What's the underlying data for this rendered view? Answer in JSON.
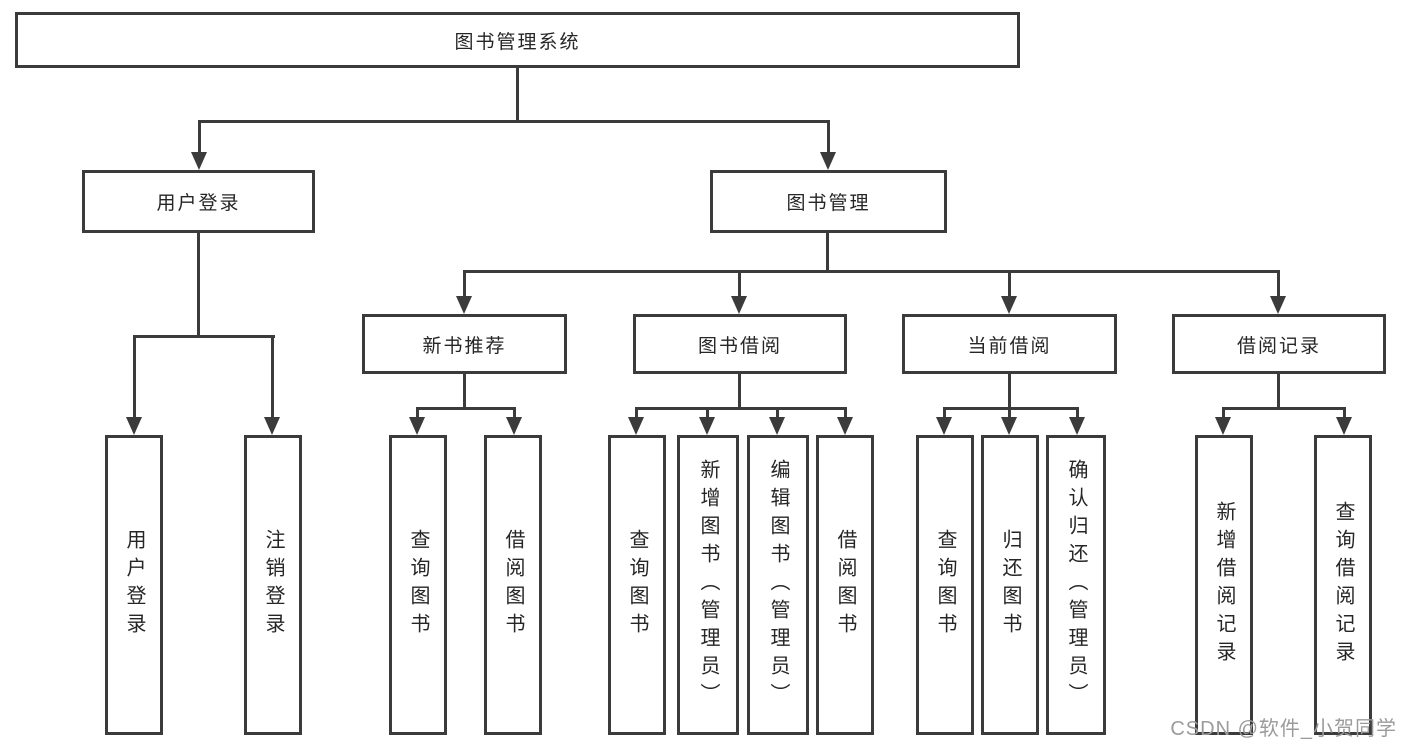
{
  "root": {
    "label": "图书管理系统"
  },
  "branches": [
    {
      "label": "用户登录",
      "leaves": [
        {
          "label": "用户登录"
        },
        {
          "label": "注销登录"
        }
      ]
    },
    {
      "label": "图书管理",
      "modules": [
        {
          "label": "新书推荐",
          "leaves": [
            {
              "label": "查询图书"
            },
            {
              "label": "借阅图书"
            }
          ]
        },
        {
          "label": "图书借阅",
          "leaves": [
            {
              "label": "查询图书"
            },
            {
              "label": "新增图书（管理员）"
            },
            {
              "label": "编辑图书（管理员）"
            },
            {
              "label": "借阅图书"
            }
          ]
        },
        {
          "label": "当前借阅",
          "leaves": [
            {
              "label": "查询图书"
            },
            {
              "label": "归还图书"
            },
            {
              "label": "确认归还（管理员）"
            }
          ]
        },
        {
          "label": "借阅记录",
          "leaves": [
            {
              "label": "新增借阅记录"
            },
            {
              "label": "查询借阅记录"
            }
          ]
        }
      ]
    }
  ],
  "watermark": {
    "text": "CSDN @软件_小贺同学"
  },
  "colors": {
    "line": "#3b3b3b",
    "text": "#262626",
    "watermark": "#9b9b9b",
    "background": "#ffffff"
  }
}
